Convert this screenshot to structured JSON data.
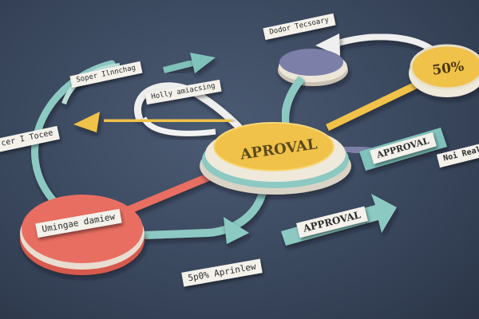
{
  "center": {
    "label": "APROVAL"
  },
  "top_right_node": {
    "label": "50%"
  },
  "labels": {
    "top_banner": "Dodor Tecsoary",
    "upper_left": "Soper Ilnnchag",
    "upper_center": "Holly amiacsing",
    "far_left": "cer I Tocee",
    "right_teal": "APPROVAL",
    "far_right": "Noi Real",
    "left_node": "Umingae damiew",
    "teal_arrow": "APPROVAL",
    "bottom": "5p0% Aprinlew"
  },
  "colors": {
    "background": "#3a485e",
    "center_yellow": "#f0c24a",
    "teal": "#8cc9c2",
    "coral": "#e56b5e",
    "slate_node": "#7c7fa8",
    "paper": "#f3f1ea"
  }
}
